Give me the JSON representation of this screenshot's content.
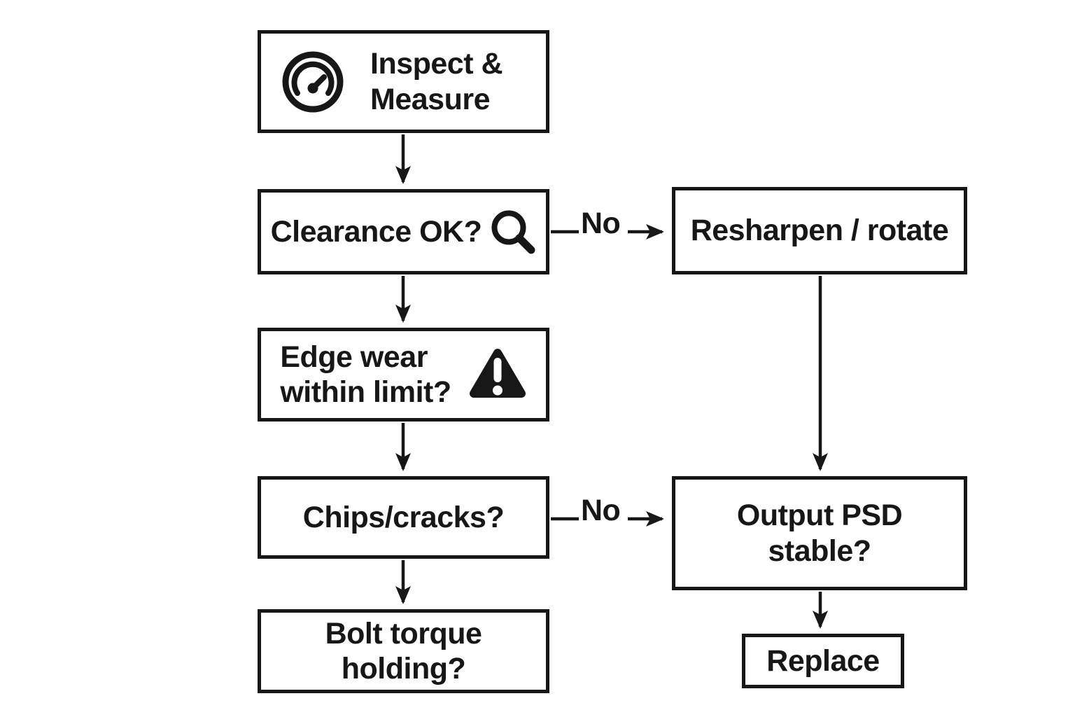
{
  "colors": {
    "ink": "#171717",
    "background": "#ffffff"
  },
  "nodes": {
    "inspect": {
      "label": "Inspect &\nMeasure",
      "icon": "gauge-icon"
    },
    "clearance": {
      "label": "Clearance OK?",
      "icon": "search-icon"
    },
    "edge_wear": {
      "label": "Edge wear\nwithin limit?",
      "icon": "warning-icon"
    },
    "chips": {
      "label": "Chips/cracks?"
    },
    "bolt": {
      "label": "Bolt torque\nholding?"
    },
    "resharpen": {
      "label": "Resharpen / rotate"
    },
    "psd": {
      "label": "Output PSD\nstable?"
    },
    "replace": {
      "label": "Replace"
    }
  },
  "edges": [
    {
      "from": "inspect",
      "to": "clearance"
    },
    {
      "from": "clearance",
      "to": "edge_wear"
    },
    {
      "from": "clearance",
      "to": "resharpen",
      "label": "No"
    },
    {
      "from": "edge_wear",
      "to": "chips"
    },
    {
      "from": "chips",
      "to": "bolt"
    },
    {
      "from": "chips",
      "to": "psd",
      "label": "No"
    },
    {
      "from": "resharpen",
      "to": "psd"
    },
    {
      "from": "psd",
      "to": "replace"
    }
  ]
}
